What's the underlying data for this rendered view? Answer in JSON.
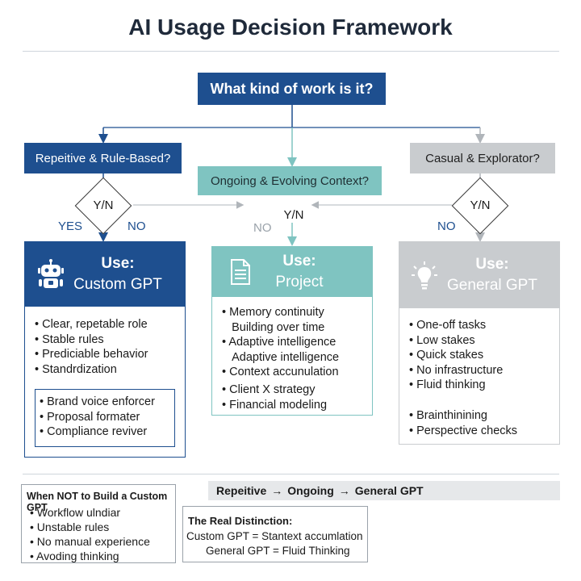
{
  "title": "AI Usage Decision Framework",
  "root_question": "What kind of work is it?",
  "questions": {
    "left": "Repeitive & Rule-Based?",
    "middle": "Ongoing & Evolving Context?",
    "right": "Casual & Explorator?"
  },
  "yn": "Y/N",
  "labels": {
    "yes": "YES",
    "no": "NO"
  },
  "cards": {
    "custom": {
      "use": "Use:",
      "name": "Custom GPT",
      "icon": "robot-icon",
      "items": [
        "Clear, repetable role",
        "Stable rules",
        "Prediciable behavior",
        "Standrdization"
      ],
      "examples": [
        "Brand voice enforcer",
        "Proposal formater",
        "Compliance reviver"
      ]
    },
    "project": {
      "use": "Use:",
      "name": "Project",
      "icon": "document-icon",
      "items": [
        {
          "text": "Memory continuity",
          "bullet": true
        },
        {
          "text": "Building over time",
          "bullet": false
        },
        {
          "text": "Adaptive intelligence",
          "bullet": true
        },
        {
          "text": "Adaptive intelligence",
          "bullet": false
        },
        {
          "text": "Context accunulation",
          "bullet": true
        }
      ],
      "examples": [
        "Client X strategy",
        "Financial modeling"
      ]
    },
    "general": {
      "use": "Use:",
      "name": "General GPT",
      "icon": "lightbulb-icon",
      "items": [
        "One-off tasks",
        "Low stakes",
        "Quick stakes",
        "No infrastructure",
        "Fluid thinking"
      ],
      "examples": [
        "Brainthinining",
        "Perspective checks"
      ]
    }
  },
  "when_not": {
    "title": "When NOT to Build a Custom GPT",
    "items": [
      "Workflow ulndiar",
      "Unstable rules",
      "No manual experience",
      "Avoding thinking"
    ]
  },
  "flow_bar": {
    "a": "Repeitive",
    "b": "Ongoing",
    "c": "General GPT",
    "arrow": "→"
  },
  "real_distinction": {
    "title": "The Real Distinction:",
    "line1": "Custom GPT = Stantext accumlation",
    "line2": "General GPT = Fluid Thinking"
  },
  "colors": {
    "navy": "#1e4f8f",
    "teal": "#7fc4c1",
    "gray": "#c9cccf"
  }
}
